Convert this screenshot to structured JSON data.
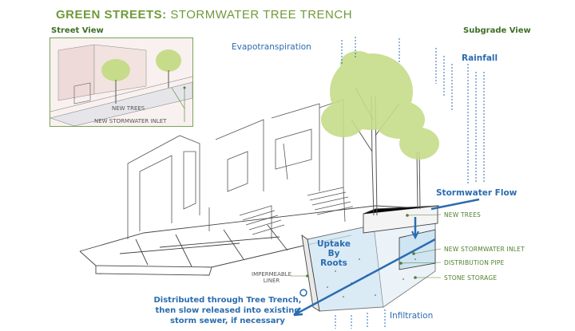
{
  "title": {
    "bold": "GREEN STREETS:",
    "rest": "STORMWATER TREE TRENCH"
  },
  "views": {
    "street": "Street View",
    "subgrade": "Subgrade View"
  },
  "inset_labels": {
    "new_trees": "NEW TREES",
    "new_inlet": "NEW STORMWATER INLET"
  },
  "process_labels": {
    "evapotranspiration": "Evapotranspiration",
    "rainfall": "Rainfall",
    "stormwater_flow": "Stormwater Flow",
    "uptake_line1": "Uptake By",
    "uptake_line2": "Roots",
    "infiltration": "Infiltration",
    "distributed_line1": "Distributed through Tree Trench,",
    "distributed_line2": "then slow released into existing",
    "distributed_line3": "storm sewer, if necessary"
  },
  "callouts": {
    "new_trees": "NEW TREES",
    "new_inlet": "NEW STORMWATER INLET",
    "distribution_pipe": "DISTRIBUTION PIPE",
    "stone_storage": "STONE STORAGE",
    "liner_line1": "IMPERMEABLE",
    "liner_line2": "LINER"
  },
  "colors": {
    "green": "#6f9a3b",
    "blue": "#2b6cb0",
    "foliage": "#c6dc8a",
    "water": "#cfe5f2"
  }
}
